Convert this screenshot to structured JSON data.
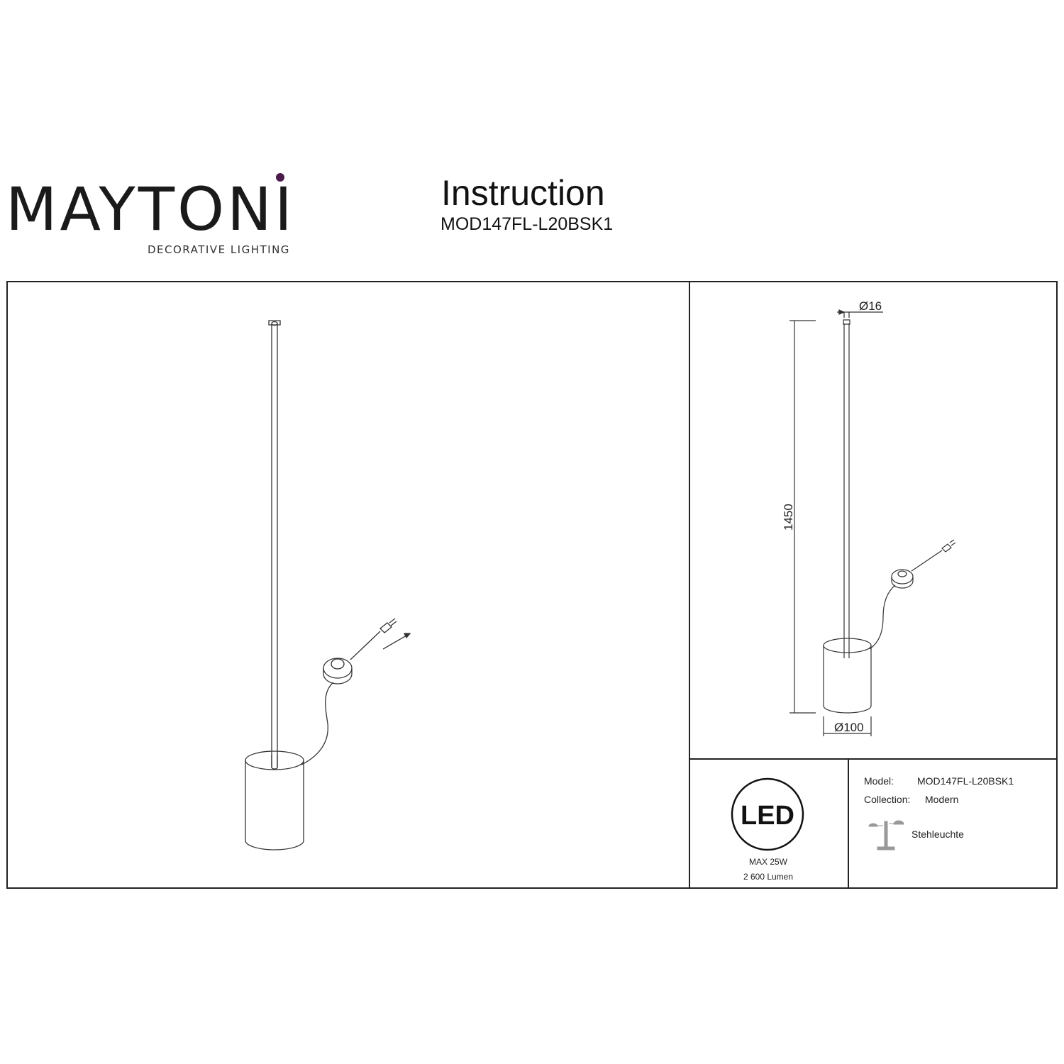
{
  "brand": {
    "name": "MAYTONI",
    "tagline": "DECORATIVE LIGHTING",
    "accent_color": "#4a1a4a"
  },
  "header": {
    "title": "Instruction",
    "model": "MOD147FL-L20BSK1"
  },
  "dimensions": {
    "pole_diameter": "Ø16",
    "height": "1450",
    "base_diameter": "Ø100"
  },
  "specs": {
    "led_badge": "LED",
    "max_power": "MAX 25W",
    "lumen": "2 600 Lumen",
    "model_label": "Model:",
    "model_value": "MOD147FL-L20BSK1",
    "collection_label": "Collection:",
    "collection_value": "Modern",
    "type_label": "Stehleuchte",
    "type_icon": "floor-lamp-icon"
  }
}
